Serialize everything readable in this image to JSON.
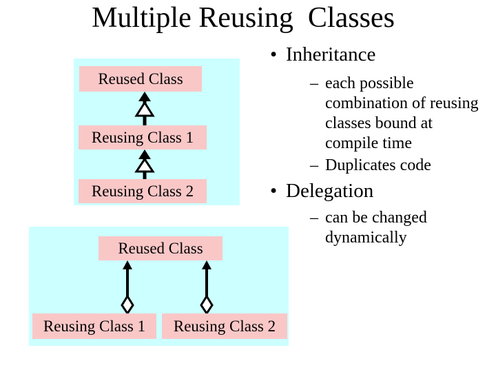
{
  "slide": {
    "title": "Multiple Reusing  Classes"
  },
  "colors": {
    "background": "#ffffff",
    "panel_fill": "#ccffff",
    "class_box_fill": "#fac7c7",
    "arrow": "#000000",
    "text": "#000000"
  },
  "inheritance_diagram": {
    "boxes": [
      {
        "label": "Reused Class"
      },
      {
        "label": "Reusing Class 1"
      },
      {
        "label": "Reusing Class 2"
      }
    ],
    "arrow_icon": "generalization-open-triangle-arrow"
  },
  "delegation_diagram": {
    "top_box": {
      "label": "Reused Class"
    },
    "bottom_boxes": [
      {
        "label": "Reusing Class 1"
      },
      {
        "label": "Reusing Class 2"
      }
    ],
    "arrow_icon": "aggregation-open-diamond-arrow"
  },
  "bullets": [
    {
      "marker": "•",
      "label": "Inheritance",
      "sub": [
        {
          "marker": "–",
          "text": "each possible\ncombination of reusing\nclasses bound at\ncompile time"
        },
        {
          "marker": "–",
          "text": "Duplicates code"
        }
      ]
    },
    {
      "marker": "•",
      "label": "Delegation",
      "sub": [
        {
          "marker": "–",
          "text": "can be changed\ndynamically"
        }
      ]
    }
  ]
}
